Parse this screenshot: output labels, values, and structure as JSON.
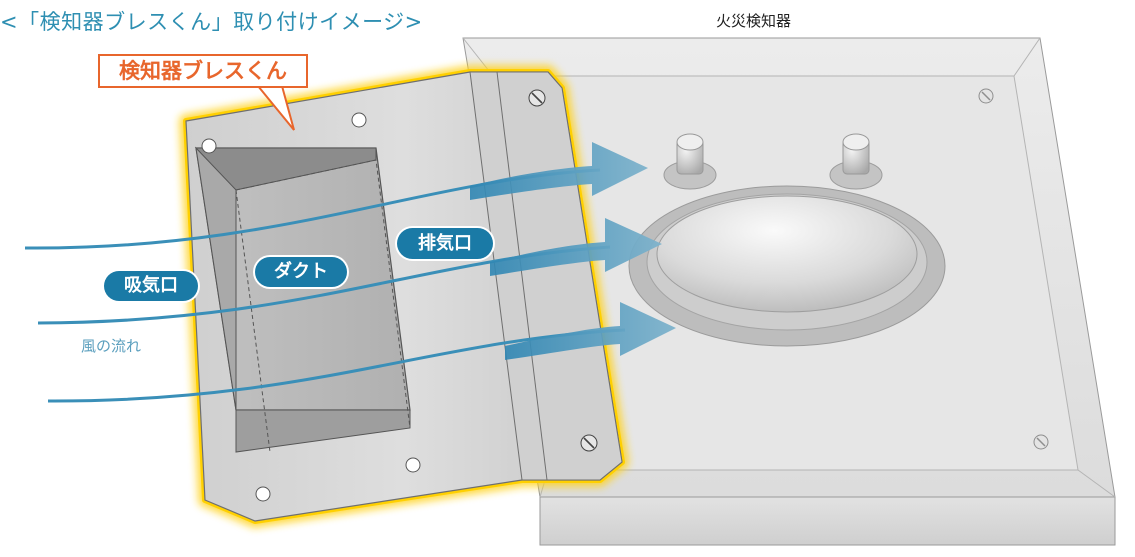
{
  "heading": "<「検知器ブレスくん」取り付けイメージ>",
  "detector_title": "火災検知器",
  "callout_label": "検知器ブレスくん",
  "labels": {
    "intake": "吸気口",
    "duct": "ダクト",
    "exhaust": "排気口",
    "wind_flow": "風の流れ"
  },
  "colors": {
    "heading": "#2e8fb2",
    "callout": "#e8662c",
    "label_pill": "#1a7aa6",
    "flow_line": "#3a8fb8",
    "glow": "#ffd21a"
  },
  "icons": [
    "screw-icon",
    "flow-arrow-icon"
  ]
}
